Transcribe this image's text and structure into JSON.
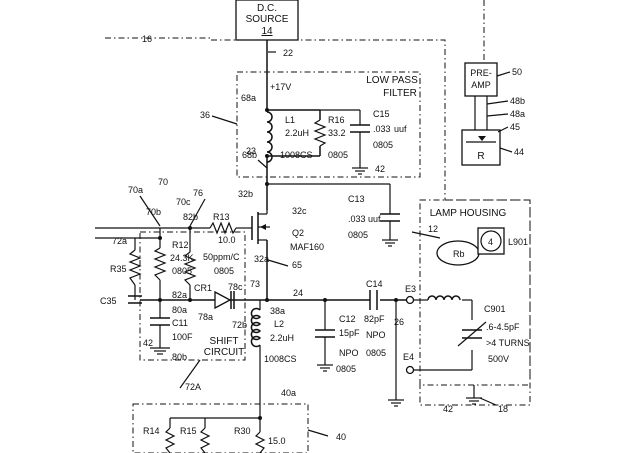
{
  "blocks": {
    "dc_source": {
      "line1": "D.C.",
      "line2": "SOURCE",
      "ref": "14"
    },
    "preamp": {
      "line1": "PRE-",
      "line2": "AMP"
    },
    "detector_letter": "R"
  },
  "sections": {
    "low_pass_filter": {
      "line1": "LOW PASS",
      "line2": "FILTER"
    },
    "lamp_housing": "LAMP HOUSING",
    "shift_circuit": {
      "line1": "SHIFT",
      "line2": "CIRCUIT"
    }
  },
  "refs": {
    "r16": "16",
    "r22": "22",
    "r50": "50",
    "r48b": "48b",
    "r48a": "48a",
    "r45": "45",
    "r44": "44",
    "r36": "36",
    "r23": "23",
    "r42": "42",
    "v17": "+17V",
    "r68a": "68a",
    "r68b": "68b",
    "r32b": "32b",
    "r32c": "32c",
    "r32a": "32a",
    "r65": "65",
    "r70a": "70a",
    "r70": "70",
    "r70b": "70b",
    "r70c": "70c",
    "r76": "76",
    "r82b": "82b",
    "r72a": "72a",
    "r82a": "82a",
    "r80a": "80a",
    "r78c": "78c",
    "r78a": "78a",
    "r72b": "72b",
    "r73": "73",
    "r24": "24",
    "r38a": "38a",
    "r80b": "80b",
    "r72A": "72A",
    "r40a": "40a",
    "r40": "40",
    "r12": "12",
    "r26": "26",
    "e3": "E3",
    "e4": "E4",
    "r42b": "42",
    "r18": "18",
    "r4": "4",
    "l901": "L901",
    "rb": "Rb"
  },
  "components": {
    "l1": {
      "name": "L1",
      "value": "2.2uH",
      "part": "1008CS"
    },
    "r16": {
      "name": "R16",
      "value": "33.2",
      "size": "0805"
    },
    "c15": {
      "name": "C15",
      "value": ".033",
      "unit": "uuf",
      "size": "0805"
    },
    "r13": {
      "name": "R13",
      "value": "10.0"
    },
    "q2": {
      "name": "Q2",
      "part": "MAF160"
    },
    "c13": {
      "name": "C13",
      "value": ".033",
      "unit": "uuf",
      "size": "0805"
    },
    "r12": {
      "name": "R12",
      "value": "24.3K",
      "size": "0805"
    },
    "tc": {
      "value": "50ppm/C",
      "size": "0805"
    },
    "r35": {
      "name": "R35"
    },
    "c35": {
      "name": "C35"
    },
    "cr1": {
      "name": "CR1"
    },
    "c11": {
      "name": "C11",
      "value": "100F"
    },
    "l2": {
      "name": "L2",
      "value": "2.2uH",
      "part": "1008CS"
    },
    "c12": {
      "name": "C12",
      "value": "15pF",
      "type": "NPO",
      "size": "0805"
    },
    "c14": {
      "name": "C14",
      "value": "82pF",
      "type": "NPO",
      "size": "0805"
    },
    "c901": {
      "name": "C901",
      "value": ".6-4.5pF",
      "turns": ">4 TURNS",
      "voltage": "500V"
    },
    "r14": {
      "name": "R14"
    },
    "r15": {
      "name": "R15"
    },
    "r30": {
      "name": "R30",
      "value": "15.0"
    }
  }
}
